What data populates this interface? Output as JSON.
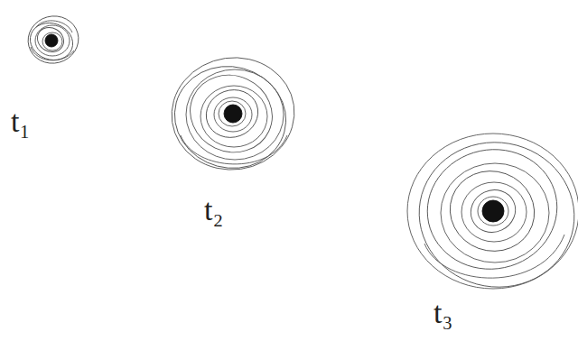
{
  "diagram": {
    "labels": [
      "t₁",
      "t₂",
      "t₃"
    ]
  }
}
